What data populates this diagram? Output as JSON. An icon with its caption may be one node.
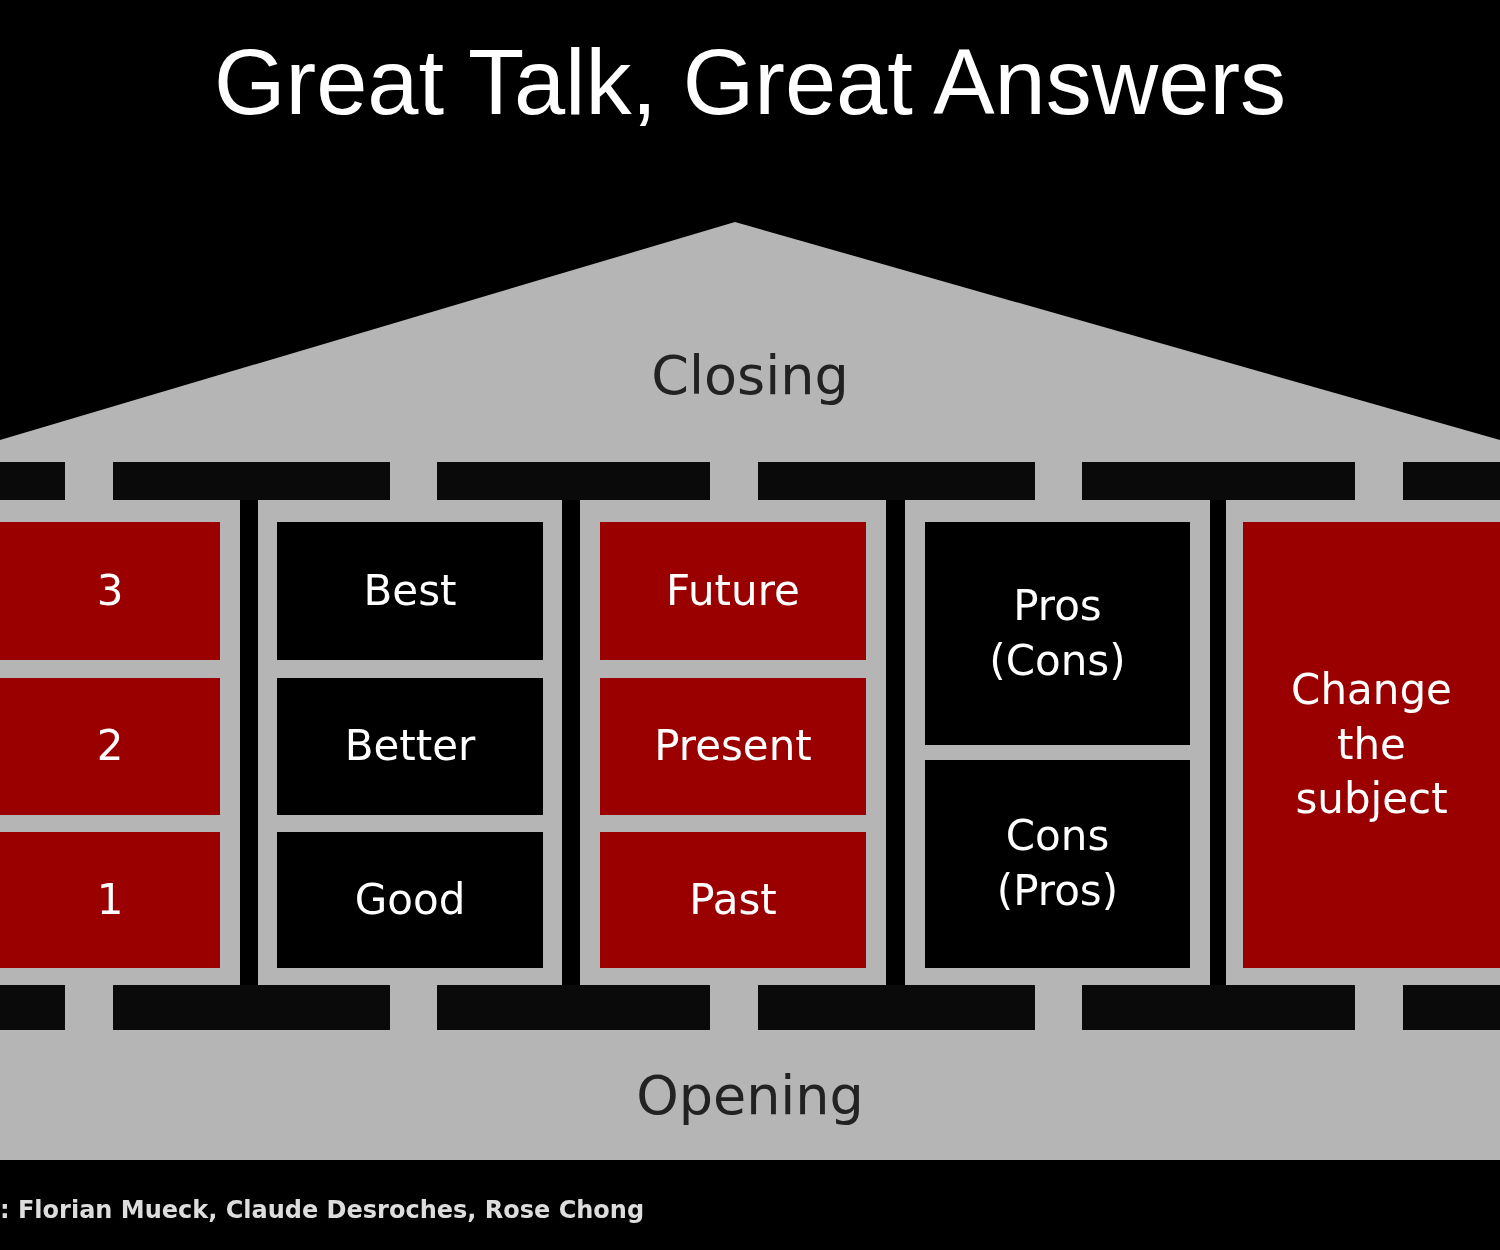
{
  "diagram": {
    "title": "Great Talk, Great Answers",
    "caption": ": Florian Mueck, Claude Desroches, Rose Chong",
    "nodes": [
      {
        "text": [
          "Closing"
        ]
      },
      {
        "text": [
          "3"
        ]
      },
      {
        "text": [
          "2"
        ]
      },
      {
        "text": [
          "1"
        ]
      },
      {
        "text": [
          "Best"
        ]
      },
      {
        "text": [
          "Better"
        ]
      },
      {
        "text": [
          "Good"
        ]
      },
      {
        "text": [
          "Future"
        ]
      },
      {
        "text": [
          "Present"
        ]
      },
      {
        "text": [
          "Past"
        ]
      },
      {
        "text": [
          "Pros (Cons)"
        ]
      },
      {
        "text": [
          "Cons (Pros)"
        ]
      },
      {
        "text": [
          "Change the subject"
        ]
      },
      {
        "text": [
          "Opening"
        ]
      }
    ]
  }
}
